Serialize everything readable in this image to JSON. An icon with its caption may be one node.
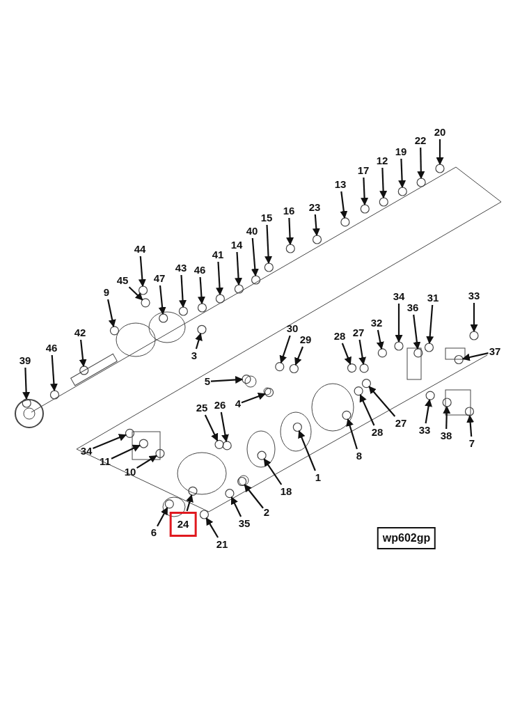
{
  "diagram": {
    "nodes": [
      {
        "text": [
          "20"
        ]
      },
      {
        "text": [
          "22"
        ]
      },
      {
        "text": [
          "19"
        ]
      },
      {
        "text": [
          "12"
        ]
      },
      {
        "text": [
          "17"
        ]
      },
      {
        "text": [
          "13"
        ]
      },
      {
        "text": [
          "23"
        ]
      },
      {
        "text": [
          "16"
        ]
      },
      {
        "text": [
          "15"
        ]
      },
      {
        "text": [
          "40"
        ]
      },
      {
        "text": [
          "14"
        ]
      },
      {
        "text": [
          "41"
        ]
      },
      {
        "text": [
          "44"
        ]
      },
      {
        "text": [
          "43"
        ]
      },
      {
        "text": [
          "46"
        ]
      },
      {
        "text": [
          "45"
        ]
      },
      {
        "text": [
          "47"
        ]
      },
      {
        "text": [
          "9"
        ]
      },
      {
        "text": [
          "34"
        ]
      },
      {
        "text": [
          "31"
        ]
      },
      {
        "text": [
          "33"
        ]
      },
      {
        "text": [
          "36"
        ]
      },
      {
        "text": [
          "30"
        ]
      },
      {
        "text": [
          "42"
        ]
      },
      {
        "text": [
          "32"
        ]
      },
      {
        "text": [
          "28"
        ]
      },
      {
        "text": [
          "27"
        ]
      },
      {
        "text": [
          "29"
        ]
      },
      {
        "text": [
          "3"
        ]
      },
      {
        "text": [
          "37"
        ]
      },
      {
        "text": [
          "39"
        ]
      },
      {
        "text": [
          "46"
        ]
      },
      {
        "text": [
          "5"
        ]
      },
      {
        "text": [
          "4"
        ]
      },
      {
        "text": [
          "26"
        ]
      },
      {
        "text": [
          "25"
        ]
      },
      {
        "text": [
          "27"
        ]
      },
      {
        "text": [
          "28"
        ]
      },
      {
        "text": [
          "33"
        ]
      },
      {
        "text": [
          "38"
        ]
      },
      {
        "text": [
          "7"
        ]
      },
      {
        "text": [
          "34"
        ]
      },
      {
        "text": [
          "8"
        ]
      },
      {
        "text": [
          "11"
        ]
      },
      {
        "text": [
          "10"
        ]
      },
      {
        "text": [
          "1"
        ]
      },
      {
        "text": [
          "18"
        ]
      },
      {
        "text": [
          "2"
        ]
      },
      {
        "text": [
          "6"
        ]
      },
      {
        "text": [
          "24"
        ]
      },
      {
        "text": [
          "35"
        ]
      },
      {
        "text": [
          "21"
        ]
      },
      {
        "text": [
          "wp602gp"
        ]
      },
      {
        "text": [],
        "shape": "circle"
      },
      {
        "text": [],
        "shape": "circle"
      },
      {
        "text": [],
        "shape": "circle"
      },
      {
        "text": [],
        "shape": "circle"
      },
      {
        "text": [],
        "shape": "circle"
      },
      {
        "text": [],
        "shape": "circle"
      },
      {
        "text": [],
        "shape": "circle"
      },
      {
        "text": [],
        "shape": "circle"
      },
      {
        "text": [],
        "shape": "circle"
      },
      {
        "text": [],
        "shape": "circle"
      },
      {
        "text": [],
        "shape": "circle"
      },
      {
        "text": [],
        "shape": "circle"
      },
      {
        "text": [],
        "shape": "circle"
      },
      {
        "text": [],
        "shape": "circle"
      },
      {
        "text": [],
        "shape": "circle"
      },
      {
        "text": [],
        "shape": "circle"
      },
      {
        "text": [],
        "shape": "circle"
      },
      {
        "text": [],
        "shape": "circle"
      },
      {
        "text": [],
        "shape": "circle"
      },
      {
        "text": [],
        "shape": "circle"
      },
      {
        "text": [],
        "shape": "circle"
      },
      {
        "text": [],
        "shape": "circle"
      },
      {
        "text": [],
        "shape": "circle"
      },
      {
        "text": [],
        "shape": "circle"
      },
      {
        "text": [],
        "shape": "circle"
      },
      {
        "text": [],
        "shape": "circle"
      },
      {
        "text": [],
        "shape": "circle"
      },
      {
        "text": [],
        "shape": "circle"
      },
      {
        "text": [],
        "shape": "circle"
      },
      {
        "text": [],
        "shape": "circle"
      },
      {
        "text": [],
        "shape": "circle"
      },
      {
        "text": [],
        "shape": "circle"
      },
      {
        "text": [],
        "shape": "circle"
      },
      {
        "text": [],
        "shape": "circle"
      },
      {
        "text": [],
        "shape": "circle"
      },
      {
        "text": [],
        "shape": "circle"
      },
      {
        "text": [],
        "shape": "circle"
      },
      {
        "text": [],
        "shape": "circle"
      },
      {
        "text": [],
        "shape": "circle"
      },
      {
        "text": [],
        "shape": "circle"
      },
      {
        "text": [],
        "shape": "circle"
      },
      {
        "text": [],
        "shape": "circle"
      },
      {
        "text": [],
        "shape": "circle"
      },
      {
        "text": [],
        "shape": "circle"
      },
      {
        "text": [],
        "shape": "circle"
      },
      {
        "text": [],
        "shape": "circle"
      },
      {
        "text": [],
        "shape": "circle"
      },
      {
        "text": [],
        "shape": "circle"
      },
      {
        "text": [],
        "shape": "circle"
      },
      {
        "text": [],
        "shape": "circle"
      },
      {
        "text": [],
        "shape": "circle"
      },
      {
        "text": [],
        "shape": "circle"
      }
    ],
    "edges": [
      {
        "from": 0,
        "to": 53,
        "arrow": "to"
      },
      {
        "from": 1,
        "to": 54,
        "arrow": "to"
      },
      {
        "from": 2,
        "to": 55,
        "arrow": "to"
      },
      {
        "from": 3,
        "to": 56,
        "arrow": "to"
      },
      {
        "from": 4,
        "to": 57,
        "arrow": "to"
      },
      {
        "from": 5,
        "to": 58,
        "arrow": "to"
      },
      {
        "from": 6,
        "to": 59,
        "arrow": "to"
      },
      {
        "from": 7,
        "to": 60,
        "arrow": "to"
      },
      {
        "from": 8,
        "to": 61,
        "arrow": "to"
      },
      {
        "from": 9,
        "to": 62,
        "arrow": "to"
      },
      {
        "from": 10,
        "to": 63,
        "arrow": "to"
      },
      {
        "from": 11,
        "to": 64,
        "arrow": "to"
      },
      {
        "from": 12,
        "to": 65,
        "arrow": "to"
      },
      {
        "from": 13,
        "to": 66,
        "arrow": "to"
      },
      {
        "from": 14,
        "to": 67,
        "arrow": "to"
      },
      {
        "from": 15,
        "to": 68,
        "arrow": "to"
      },
      {
        "from": 16,
        "to": 69,
        "arrow": "to"
      },
      {
        "from": 17,
        "to": 70,
        "arrow": "to"
      },
      {
        "from": 18,
        "to": 71,
        "arrow": "to"
      },
      {
        "from": 19,
        "to": 72,
        "arrow": "to"
      },
      {
        "from": 20,
        "to": 73,
        "arrow": "to"
      },
      {
        "from": 21,
        "to": 74,
        "arrow": "to"
      },
      {
        "from": 22,
        "to": 75,
        "arrow": "to"
      },
      {
        "from": 23,
        "to": 76,
        "arrow": "to"
      },
      {
        "from": 24,
        "to": 77,
        "arrow": "to"
      },
      {
        "from": 25,
        "to": 78,
        "arrow": "to"
      },
      {
        "from": 26,
        "to": 79,
        "arrow": "to"
      },
      {
        "from": 27,
        "to": 80,
        "arrow": "to"
      },
      {
        "from": 28,
        "to": 81,
        "arrow": "to"
      },
      {
        "from": 29,
        "to": 82,
        "arrow": "to"
      },
      {
        "from": 30,
        "to": 83,
        "arrow": "to"
      },
      {
        "from": 31,
        "to": 84,
        "arrow": "to"
      },
      {
        "from": 32,
        "to": 85,
        "arrow": "to"
      },
      {
        "from": 33,
        "to": 86,
        "arrow": "to"
      },
      {
        "from": 34,
        "to": 87,
        "arrow": "to"
      },
      {
        "from": 35,
        "to": 88,
        "arrow": "to"
      },
      {
        "from": 36,
        "to": 89,
        "arrow": "to"
      },
      {
        "from": 37,
        "to": 90,
        "arrow": "to"
      },
      {
        "from": 38,
        "to": 91,
        "arrow": "to"
      },
      {
        "from": 39,
        "to": 92,
        "arrow": "to"
      },
      {
        "from": 40,
        "to": 93,
        "arrow": "to"
      },
      {
        "from": 41,
        "to": 94,
        "arrow": "to"
      },
      {
        "from": 42,
        "to": 95,
        "arrow": "to"
      },
      {
        "from": 43,
        "to": 96,
        "arrow": "to"
      },
      {
        "from": 44,
        "to": 97,
        "arrow": "to"
      },
      {
        "from": 45,
        "to": 98,
        "arrow": "to"
      },
      {
        "from": 46,
        "to": 99,
        "arrow": "to"
      },
      {
        "from": 47,
        "to": 100,
        "arrow": "to"
      },
      {
        "from": 48,
        "to": 101,
        "arrow": "to"
      },
      {
        "from": 49,
        "to": 102,
        "arrow": "to"
      },
      {
        "from": 50,
        "to": 103,
        "arrow": "to"
      },
      {
        "from": 51,
        "to": 104,
        "arrow": "to"
      }
    ]
  }
}
